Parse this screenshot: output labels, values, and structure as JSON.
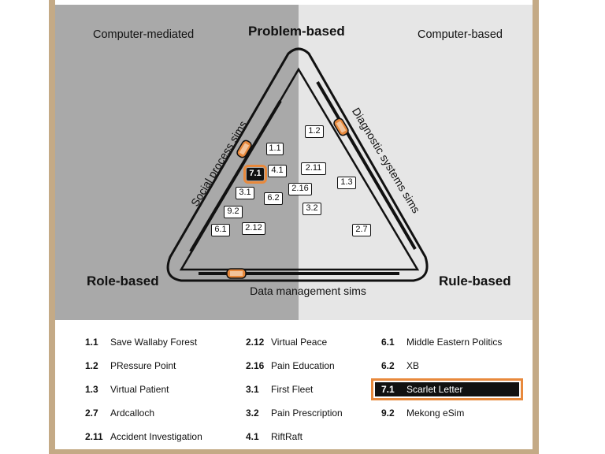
{
  "corners": {
    "top_left": "Computer-mediated",
    "top_right": "Computer-based",
    "top": "Problem-based",
    "bottom_left": "Role-based",
    "bottom_right": "Rule-based"
  },
  "side_labels": {
    "left": "Social process sims",
    "right": "Diagnostic systems sims",
    "bottom": "Data management sims"
  },
  "boxes": [
    "1.2",
    "1.1",
    "7.1",
    "4.1",
    "2.11",
    "1.3",
    "3.1",
    "6.2",
    "2.16",
    "9.2",
    "3.2",
    "6.1",
    "2.12",
    "2.7"
  ],
  "legend": [
    {
      "num": "1.1",
      "name": "Save Wallaby  Forest"
    },
    {
      "num": "1.2",
      "name": "PRessure Point"
    },
    {
      "num": "1.3",
      "name": "Virtual Patient"
    },
    {
      "num": "2.7",
      "name": "Ardcalloch"
    },
    {
      "num": "2.11",
      "name": "Accident Investigation"
    },
    {
      "num": "2.12",
      "name": "Virtual Peace"
    },
    {
      "num": "2.16",
      "name": "Pain Education"
    },
    {
      "num": "3.1",
      "name": "First Fleet"
    },
    {
      "num": "3.2",
      "name": "Pain Prescription"
    },
    {
      "num": "4.1",
      "name": "RiftRaft"
    },
    {
      "num": "6.1",
      "name": "Middle Eastern Politics"
    },
    {
      "num": "6.2",
      "name": "XB"
    },
    {
      "num": "7.1",
      "name": "Scarlet Letter"
    },
    {
      "num": "9.2",
      "name": "Mekong eSim"
    }
  ],
  "highlight": "7.1",
  "colors": {
    "left_panel": "#a9a9a9",
    "right_panel": "#e6e6e6",
    "frame": "#c4aa86",
    "highlight": "#e8893c"
  }
}
